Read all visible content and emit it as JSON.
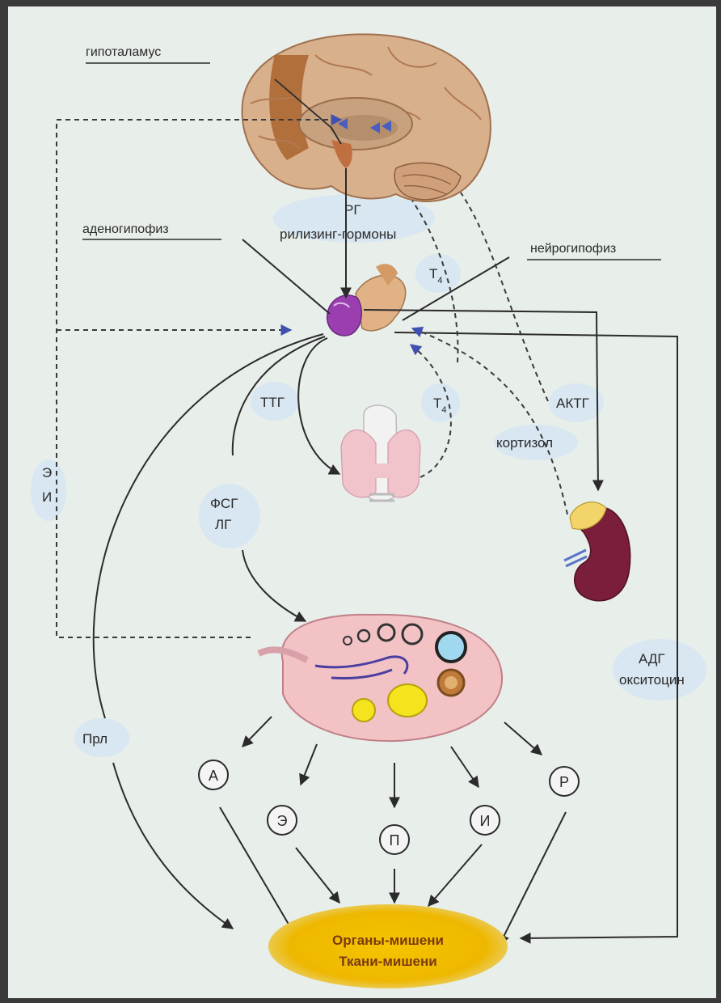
{
  "labels": {
    "hypothalamus": "гипоталамус",
    "rg": "РГ",
    "releasing": "рилизинг-гормоны",
    "adenohypophysis": "аденогипофиз",
    "neurohypophysis": "нейрогипофиз",
    "t4_top": "Т",
    "t4_top_sub": "4",
    "ttg": "ТТГ",
    "t4_mid": "Т",
    "t4_mid_sub": "4",
    "aktg": "АКТГ",
    "cortisol": "кортизол",
    "e": "Э",
    "i": "И",
    "fsg": "ФСГ",
    "lg": "ЛГ",
    "adg": "АДГ",
    "oxytocin": "окситоцин",
    "prl": "Прл"
  },
  "hormones": [
    "А",
    "Э",
    "П",
    "И",
    "Р"
  ],
  "target": {
    "line1": "Органы-мишени",
    "line2": "Ткани-мишени"
  }
}
